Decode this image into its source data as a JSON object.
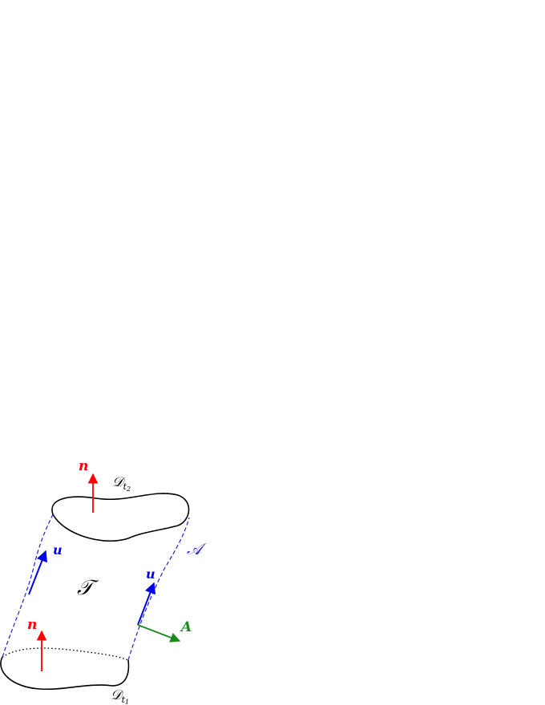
{
  "colors": {
    "outline": "#000000",
    "normal": "#ff0000",
    "velocity": "#0000ee",
    "generator": "#2222cc",
    "acceleration": "#1a8a1a"
  },
  "labels": {
    "n_top": "n",
    "D_top_main": "𝒟",
    "D_top_sub": "t",
    "D_top_subsub": "2",
    "u_left": "u",
    "u_right": "u",
    "T": "𝒯",
    "A_surface": "𝒜",
    "n_bottom": "n",
    "A_vector": "A",
    "D_bottom_main": "𝒟",
    "D_bottom_sub": "t",
    "D_bottom_subsub": "1"
  }
}
